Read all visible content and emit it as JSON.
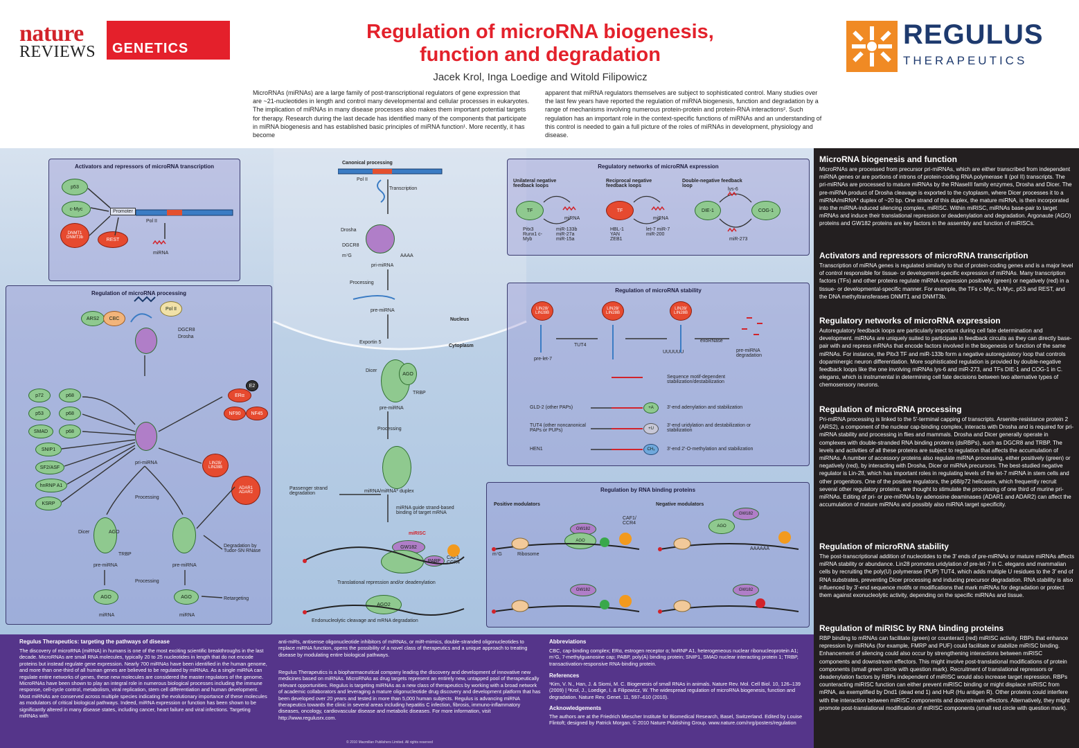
{
  "header": {
    "nature": "nature",
    "reviews": "REVIEWS",
    "genetics": "GENETICS",
    "title_line1": "Regulation of microRNA biogenesis,",
    "title_line2": "function and degradation",
    "authors": "Jacek Krol, Inga Loedige and Witold Filipowicz",
    "regulus": "REGULUS",
    "therapeutics": "THERAPEUTICS",
    "intro_left": "MicroRNAs (miRNAs) are a large family of post-transcriptional regulators of gene expression that are ~21-nucleotides in length and control many developmental and cellular processes in eukaryotes. The implication of miRNAs in many disease processes also makes them important potential targets for therapy. Research during the last decade has identified many of the components that participate in miRNA biogenesis and has established basic principles of miRNA function¹. More recently, it has become",
    "intro_right": "apparent that miRNA regulators themselves are subject to sophisticated control. Many studies over the last few years have reported the regulation of miRNA biogenesis, function and degradation by a range of mechanisms involving numerous protein-protein and protein-RNA interactions². Such regulation has an important role in the context-specific functions of miRNAs and an understanding of this control is needed to gain a full picture of the roles of miRNAs in development, physiology and disease."
  },
  "panels": {
    "transcription": {
      "title": "Activators and repressors of microRNA transcription",
      "p53": "p53",
      "cmyc": "c-Myc",
      "dnmt": "DNMT1 DNMT3b",
      "rest": "REST",
      "promoter": "Promoter",
      "polii": "Pol II",
      "mirna": "miRNA"
    },
    "canonical": {
      "title": "Canonical processing",
      "polii": "Pol II",
      "transcription": "Transcription",
      "drosha": "Drosha",
      "dgcr8": "DGCR8",
      "m7g": "m⁷G",
      "aaaa": "AAAA",
      "pri": "pri-miRNA",
      "processing": "Processing",
      "pre": "pre-miRNA",
      "nucleus": "Nucleus",
      "exportin": "Exportin 5",
      "cytoplasm": "Cytoplasm",
      "dicer": "Dicer",
      "ago": "AGO",
      "trbp": "TRBP",
      "pre2": "pre-miRNA",
      "processing2": "Processing",
      "passenger": "Passenger strand degradation",
      "duplex": "miRNA/miRNA* duplex",
      "guide": "miRNA guide strand-based binding of target mRNA",
      "mirisc": "miRISC",
      "gw182": "GW182",
      "pabp": "PABP",
      "caf1": "CAF1 CCR4",
      "translational": "Translational repression and/or deadenylation",
      "ago2": "AGO2",
      "endo": "Endonucleolytic cleavage and mRNA degradation"
    },
    "networks": {
      "title": "Regulatory networks of microRNA expression",
      "unilateral": "Unilateral negative feedback loops",
      "reciprocal": "Reciprocal negative feedback loops",
      "double": "Double-negative feedback loop",
      "tf": "TF",
      "mirna": "miRNA",
      "uni_tfs": "Pitx3 Runx1 c-Myb",
      "uni_mirs": "miR-133b miR-27a miR-15a",
      "rec_tfs": "HBL-1 YAN ZEB1",
      "rec_mirs": "let-7 miR-7 miR-200",
      "die1": "DIE-1",
      "cog1": "COG-1",
      "lys6": "lys-6",
      "mir273": "miR-273"
    },
    "processing": {
      "title": "Regulation of microRNA processing",
      "ars2": "ARS2",
      "cbc": "CBC",
      "polii": "Pol II",
      "dgcr8": "DGCR8",
      "drosha": "Drosha",
      "p72": "p72",
      "p68a": "p68",
      "p53": "p53",
      "p68b": "p68",
      "smad": "SMAD",
      "p68c": "p68",
      "snip1": "SNIP1",
      "sf2": "SF2/ASF",
      "hnrnp": "hnRNP A1",
      "ksrp": "KSRP",
      "era": "ERα",
      "e2": "E2",
      "nf90": "NF90",
      "nf45": "NF45",
      "lin28": "LIN28/ LIN28B",
      "adar": "ADAR1 ADAR2",
      "pri": "pri-miRNA",
      "processing": "Processing",
      "dicer": "Dicer",
      "ago": "AGO",
      "trbp": "TRBP",
      "pre1": "pre-miRNA",
      "pre2": "pre-miRNA",
      "degradation": "Degradation by Tudor-SN RNase",
      "processing2": "Processing",
      "mirna1": "miRNA",
      "mirna2": "miRNA",
      "retargeting": "Retargeting"
    },
    "stability": {
      "title": "Regulation of microRNA stability",
      "lin28": "LIN28/ LIN28B",
      "prelet7": "pre-let-7",
      "tut4": "TUT4",
      "uuuu": "UUUUUU",
      "exornase": "exoRNase",
      "predeg": "pre-miRNA degradation",
      "motif": "Sequence motif-dependent stabilization/destabilization",
      "gld2": "GLD-2 (other PAPs)",
      "gld2_txt": "3′-end adenylation and stabilization",
      "tut4b": "TUT4 (other noncanonical PAPs or PUPs)",
      "tut4_txt": "3′-end uridylation and destabilization or stabilization",
      "hen1": "HEN1",
      "hen1_txt": "3′-end 2′-O-methylation and stabilization",
      "a": "+A",
      "u": "+U",
      "ch3": "CH₃"
    },
    "rbp": {
      "title": "Regulation by RNA binding proteins",
      "positive": "Positive modulators",
      "negative": "Negative modulators",
      "gw182": "GW182",
      "ago": "AGO",
      "caf1": "CAF1/ CCR4",
      "ribosome": "Ribosome",
      "m7g": "m⁷G",
      "aaaa": "AAAAAA"
    }
  },
  "sidebar": {
    "sections": [
      {
        "heading": "MicroRNA biogenesis and function",
        "body": "MicroRNAs are processed from precursor pri-miRNAs, which are either transcribed from independent miRNA genes or are portions of introns of protein-coding RNA polymerase II (pol II) transcripts. The pri-miRNAs are processed to mature miRNAs by the RNaseIII family enzymes, Drosha and Dicer. The pre-miRNA product of Drosha cleavage is exported to the cytoplasm, where Dicer processes it to a miRNA/miRNA* duplex of ~20 bp. One strand of this duplex, the mature miRNA, is then incorporated into the miRNA-induced silencing complex, miRISC. Within miRISC, miRNAs base-pair to target mRNAs and induce their translational repression or deadenylation and degradation. Argonaute (AGO) proteins and GW182 proteins are key factors in the assembly and function of miRISCs."
      },
      {
        "heading": "Activators and repressors of microRNA transcription",
        "body": "Transcription of miRNA genes is regulated similarly to that of protein-coding genes and is a major level of control responsible for tissue- or development-specific expression of miRNAs. Many transcription factors (TFs) and other proteins regulate miRNA expression positively (green) or negatively (red) in a tissue- or developmental-specific manner. For example, the TFs c-Myc, N-Myc, p53 and REST, and the DNA methyltransferases DNMT1 and DNMT3b."
      },
      {
        "heading": "Regulatory networks of microRNA expression",
        "body": "Autoregulatory feedback loops are particularly important during cell fate determination and development. miRNAs are uniquely suited to participate in feedback circuits as they can directly base-pair with and repress mRNAs that encode factors involved in the biogenesis or function of the same miRNAs. For instance, the Pitx3 TF and miR-133b form a negative autoregulatory loop that controls dopaminergic neuron differentiation. More sophisticated regulation is provided by double-negative feedback loops like the one involving miRNAs lys-6 and miR-273, and TFs DIE-1 and COG-1 in C. elegans, which is instrumental in determining cell fate decisions between two alternative types of chemosensory neurons."
      },
      {
        "heading": "Regulation of microRNA processing",
        "body": "Pri-miRNA processing is linked to the 5′-terminal capping of transcripts. Arsenite-resistance protein 2 (ARS2), a component of the nuclear cap-binding complex, interacts with Drosha and is required for pri-miRNA stability and processing in flies and mammals. Drosha and Dicer generally operate in complexes with double-stranded RNA binding proteins (dsRBPs), such as DGCR8 and TRBP. The levels and activities of all these proteins are subject to regulation that affects the accumulation of miRNAs. A number of accessory proteins also regulate miRNA processing, either positively (green) or negatively (red), by interacting with Drosha, Dicer or miRNA precursors. The best-studied negative regulator is Lin-28, which has important roles in regulating levels of the let-7 miRNA in stem cells and other progenitors. One of the positive regulators, the p68/p72 helicases, which frequently recruit several other regulatory proteins, are thought to stimulate the processing of one third of murine pri-miRNAs. Editing of pri- or pre-miRNAs by adenosine deaminases (ADAR1 and ADAR2) can affect the accumulation of mature miRNAs and possibly also miRNA target specificity."
      },
      {
        "heading": "Regulation of microRNA stability",
        "body": "The post-transcriptional addition of nucleotides to the 3′ ends of pre-miRNAs or mature miRNAs affects miRNA stability or abundance. Lin28 promotes uridylation of pre-let-7 in C. elegans and mammalian cells by recruiting the poly(U) polymerase (PUP) TUT4, which adds multiple U residues to the 3′ end of RNA substrates, preventing Dicer processing and inducing precursor degradation. RNA stability is also influenced by 3′-end sequence motifs or modifications that mark miRNAs for degradation or protect them against exonucleolytic activity, depending on the specific miRNAs and tissue."
      },
      {
        "heading": "Regulation of miRISC by RNA binding proteins",
        "body": "RBP binding to mRNAs can facilitate (green) or counteract (red) miRISC activity. RBPs that enhance repression by miRNAs (for example, FMRP and PUF) could facilitate or stabilize miRISC binding. Enhancement of silencing could also occur by strengthening interactions between miRISC components and downstream effectors. This might involve post-translational modifications of protein components (small green circle with question mark). Recruitment of translational repressors or deadenylation factors by RBPs independent of miRISC would also increase target repression. RBPs counteracting miRISC function can either prevent miRISC binding or might displace miRISC from mRNA, as exemplified by Dnd1 (dead end 1) and HuR (Hu antigen R). Other proteins could interfere with the interaction between miRISC components and downstream effectors. Alternatively, they might promote post-translational modification of miRISC components (small red circle with question mark)."
      }
    ]
  },
  "bottom": {
    "regulus_heading": "Regulus Therapeutics: targeting the pathways of disease",
    "regulus_body1": "The discovery of microRNA (miRNA) in humans is one of the most exciting scientific breakthroughs in the last decade. MicroRNAs are small RNA molecules, typically 20 to 25 nucleotides in length that do not encode proteins but instead regulate gene expression. Nearly 700 miRNAs have been identified in the human genome, and more than one-third of all human genes are believed to be regulated by miRNAs. As a single miRNA can regulate entire networks of genes, these new molecules are considered the master regulators of the genome. MicroRNAs have been shown to play an integral role in numerous biological processes including the immune response, cell-cycle control, metabolism, viral replication, stem cell differentiation and human development. Most miRNAs are conserved across multiple species indicating the evolutionary importance of these molecules as modulators of critical biological pathways. Indeed, miRNA expression or function has been shown to be significantly altered in many disease states, including cancer, heart failure and viral infections. Targeting miRNAs with",
    "regulus_body2": "anti-miRs, antisense oligonucleotide inhibitors of miRNAs, or miR-mimics, double-stranded oligonucleotides to replace miRNA function, opens the possibility of a novel class of therapeutics and a unique approach to treating disease by modulating entire biological pathways.",
    "regulus_body3": "Regulus Therapeutics is a biopharmaceutical company leading the discovery and development of innovative new medicines based on miRNAs. MicroRNAs as drug targets represent an entirely new, untapped pool of therapeutically relevant opportunities. Regulus is targeting miRNAs as a new class of therapeutics by working with a broad network of academic collaborators and leveraging a mature oligonucleotide drug discovery and development platform that has been developed over 20 years and tested in more than 5,000 human subjects. Regulus is advancing miRNA therapeutics towards the clinic in several areas including hepatitis C infection, fibrosis, immuno-inflammatory diseases, oncology, cardiovascular disease and metabolic diseases. For more information, visit http://www.regulusrx.com.",
    "abbrev_heading": "Abbreviations",
    "abbrev_body": "CBC, cap-binding complex; ERα, estrogen receptor α; hnRNP A1, heterogeneous nuclear ribonucleoprotein A1; m⁷G, 7-methylguanosine cap; PABP, poly(A) binding protein; SNIP1, SMAD nuclear interacting protein 1; TRBP, transactivation-responsive RNA-binding protein.",
    "refs_heading": "References",
    "refs_body": "¹Kim, V. N., Han, J. & Siomi, M. C. Biogenesis of small RNAs in animals. Nature Rev. Mol. Cell Biol. 10, 126–139 (2009) | ²Krol, J., Loedige, I. & Filipowicz, W. The widespread regulation of microRNA biogenesis, function and degradation. Nature Rev. Genet. 11, 597–610 (2010).",
    "ack_heading": "Acknowledgements",
    "ack_body": "The authors are at the Friedrich Miescher Institute for Biomedical Research, Basel, Switzerland. Edited by Louise Flintoft; designed by Patrick Morgan. © 2010 Nature Publishing Group. www.nature.com/nrg/posters/regulation",
    "copyright": "© 2010 Macmillan Publishers Limited. All rights reserved"
  },
  "colors": {
    "nature_red": "#d2232a",
    "regulus_blue": "#1e3a6e",
    "regulus_orange": "#f08a24",
    "activator_green": "#8fc98f",
    "repressor_red": "#e64a2f",
    "sidebar_bg": "#231f20",
    "bottom_purple": "#55358a"
  }
}
